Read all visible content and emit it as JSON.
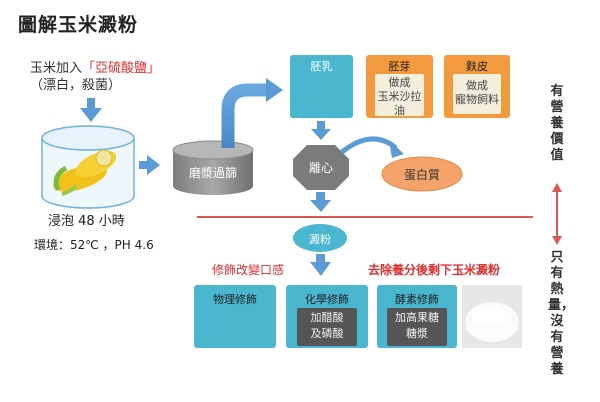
{
  "title": "圖解玉米澱粉",
  "intro": {
    "line1_prefix": "玉米加入",
    "line1_red": "「亞硫酸鹽」",
    "line2": "（漂白，殺菌）"
  },
  "soak": {
    "label": "浸泡 48 小時",
    "env": "環境：52℃ ，PH 4.6"
  },
  "grind": "磨漿過篩",
  "top_boxes": {
    "endosperm": "胚乳",
    "germ": {
      "label": "胚芽",
      "inner": [
        "做成",
        "玉米沙拉",
        "油"
      ]
    },
    "bran": {
      "label": "麩皮",
      "inner": [
        "做成",
        "寵物飼料"
      ]
    }
  },
  "centrifuge": "離心",
  "protein": "蛋白質",
  "starch": "澱粉",
  "modify_label": "修飾改變口感",
  "remove_label": "去除養分後剩下玉米澱粉",
  "bottom_boxes": {
    "physical": "物理修飾",
    "chemical": {
      "label": "化學修飾",
      "inner": [
        "加醋酸",
        "及磷酸"
      ]
    },
    "enzyme": {
      "label": "酵素修飾",
      "inner": [
        "加高果糖",
        "糖漿"
      ]
    }
  },
  "right": {
    "top": "有營養價值",
    "bottom": "只有熱量，沒有營養"
  },
  "colors": {
    "teal": "#4ab6cf",
    "orange": "#f39a3e",
    "red": "#e03030",
    "arrow_blue": "#5b9bd5",
    "gray_cylinder": "#8a8a8a"
  }
}
